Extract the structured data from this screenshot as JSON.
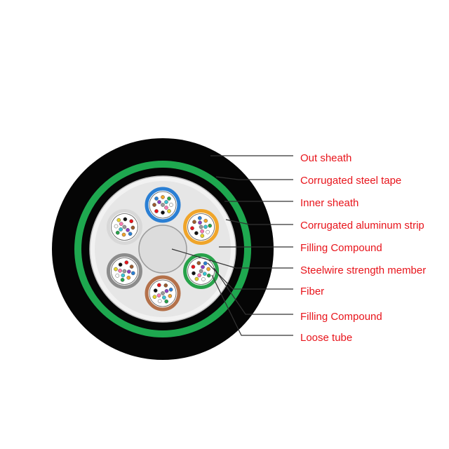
{
  "colors": {
    "label_text": "#e8141b",
    "outer_sheath": "#050505",
    "steel_tape": "#1ea84f",
    "inner_sheath": "#050505",
    "aluminum_strip": "#f2f2f2",
    "filling_compound": "#e6e6e6",
    "strength_member": "#dcdcdc",
    "leader_line": "#333333"
  },
  "labels": [
    {
      "id": "out-sheath",
      "text": "Out sheath"
    },
    {
      "id": "corrugated-steel-tape",
      "text": "Corrugated steel tape"
    },
    {
      "id": "inner-sheath",
      "text": "Inner sheath"
    },
    {
      "id": "corrugated-aluminum-strip",
      "text": "Corrugated aluminum strip"
    },
    {
      "id": "filling-compound-1",
      "text": "Filling Compound"
    },
    {
      "id": "steelwire-strength-member",
      "text": "Steelwire strength member"
    },
    {
      "id": "fiber",
      "text": "Fiber"
    },
    {
      "id": "filling-compound-2",
      "text": "Filling Compound"
    },
    {
      "id": "loose-tube",
      "text": "Loose tube"
    }
  ],
  "loose_tubes": [
    {
      "name": "blue",
      "ring_color": "#2a7fd4"
    },
    {
      "name": "orange",
      "ring_color": "#f0a52a"
    },
    {
      "name": "green",
      "ring_color": "#27a24a"
    },
    {
      "name": "brown",
      "ring_color": "#b4714a"
    },
    {
      "name": "gray",
      "ring_color": "#8c8c8c"
    },
    {
      "name": "white",
      "ring_color": "#d8d8d8"
    }
  ],
  "fiber_colors": [
    "#2a7fd4",
    "#f0a52a",
    "#27a24a",
    "#9b5a2e",
    "#9a9a9a",
    "#ffffff",
    "#e8141b",
    "#111111",
    "#e6d32a",
    "#8b3fc1",
    "#ff79b0",
    "#38c6d4"
  ]
}
